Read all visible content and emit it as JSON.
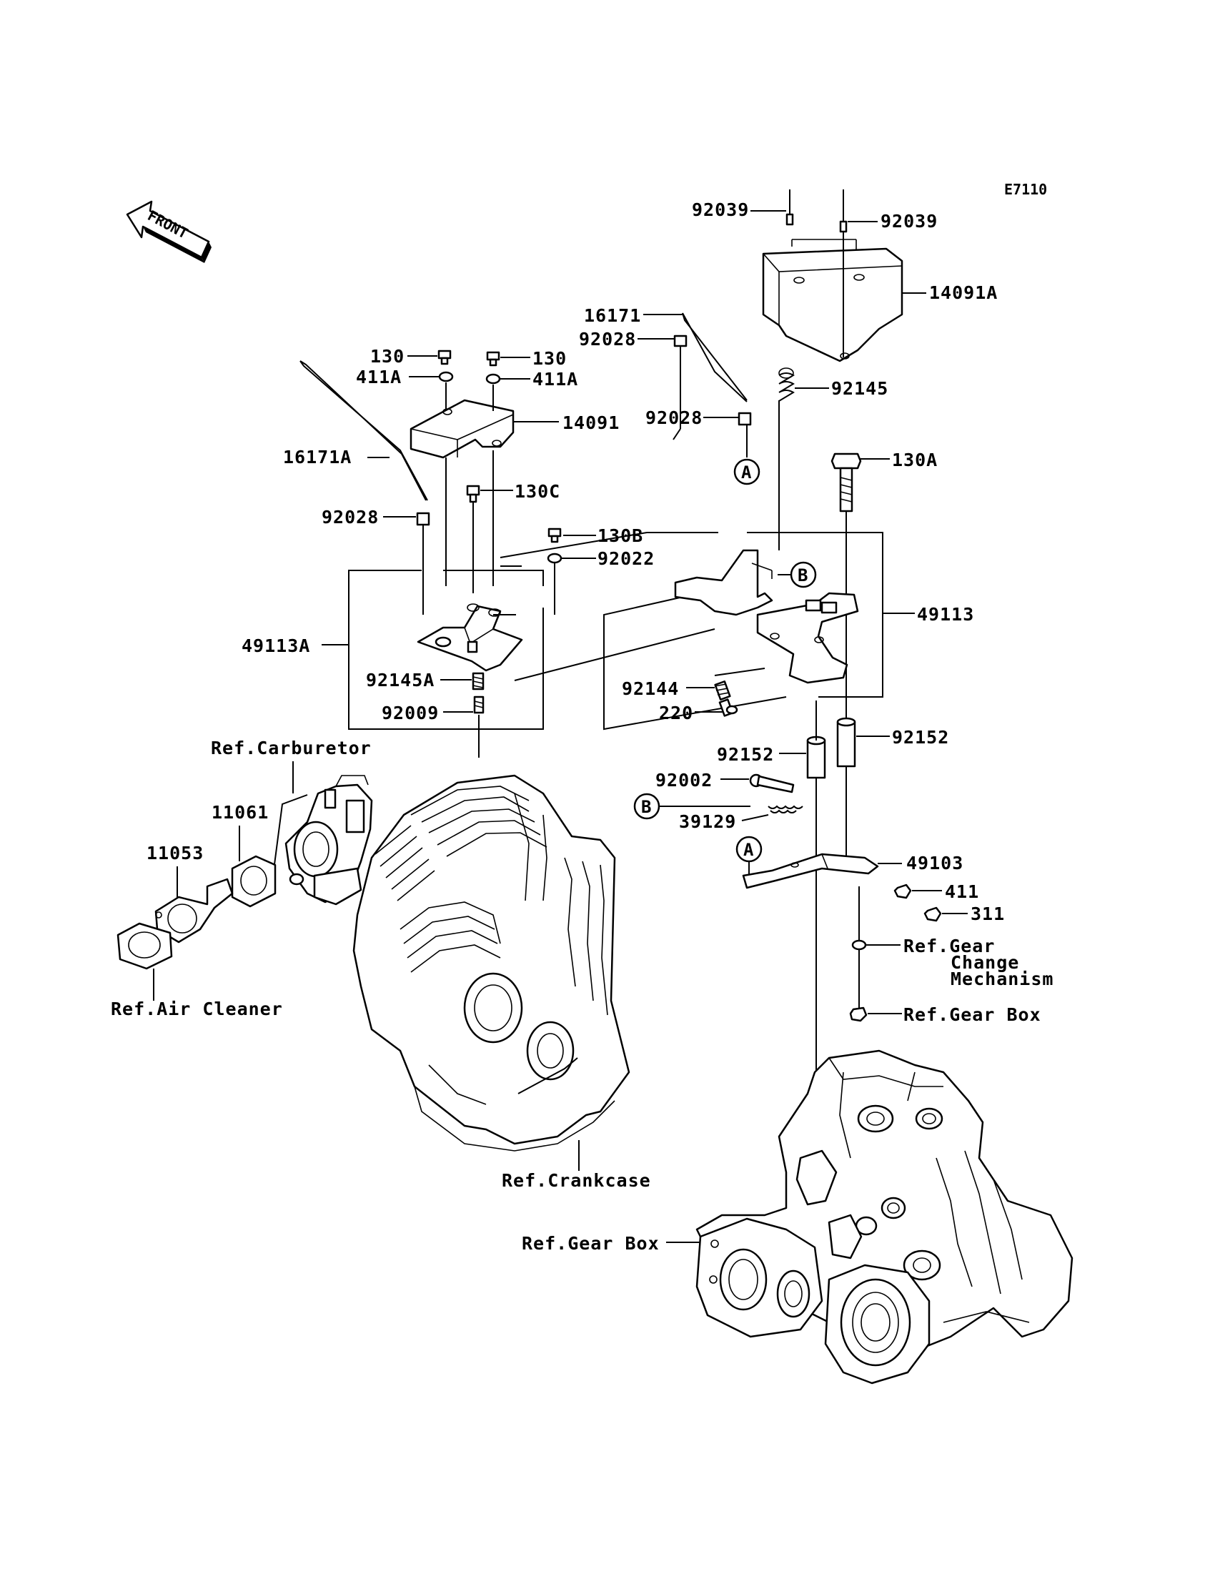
{
  "diagram_code": "E7110",
  "front_label": "FRONT",
  "labels": {
    "p92039_left": "92039",
    "p92039_right": "92039",
    "p14091A": "14091A",
    "p16171": "16171",
    "p92028_top": "92028",
    "p92145": "92145",
    "p130_left": "130",
    "p130_right": "130",
    "p411A_left": "411A",
    "p411A_right": "411A",
    "p14091": "14091",
    "p92028_mid": "92028",
    "p130A": "130A",
    "p16171A": "16171A",
    "p130C": "130C",
    "p92028_low": "92028",
    "p130B": "130B",
    "p92022": "92022",
    "p49113": "49113",
    "p49113A": "49113A",
    "p92145A": "92145A",
    "p92144": "92144",
    "p92009": "92009",
    "p220": "220",
    "p92152_right": "92152",
    "p92152_left": "92152",
    "ref_carburetor": "Ref.Carburetor",
    "p92002": "92002",
    "p11061": "11061",
    "p39129": "39129",
    "p11053": "11053",
    "p49103": "49103",
    "p411": "411",
    "p311": "311",
    "ref_gear_change_1": "Ref.Gear",
    "ref_gear_change_2": "Change",
    "ref_gear_change_3": "Mechanism",
    "ref_air_cleaner": "Ref.Air Cleaner",
    "ref_gear_box_right": "Ref.Gear Box",
    "ref_crankcase": "Ref.Crankcase",
    "ref_gear_box_left": "Ref.Gear Box"
  },
  "callouts": {
    "A_top": "A",
    "B_top": "B",
    "B_low": "B",
    "A_low": "A"
  }
}
